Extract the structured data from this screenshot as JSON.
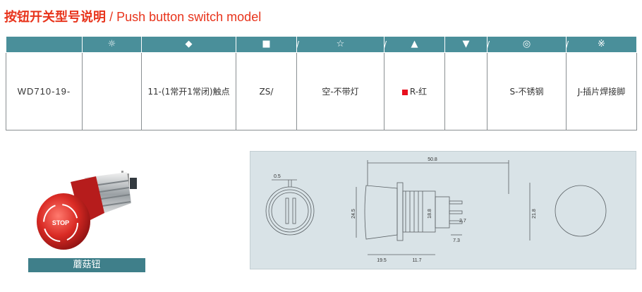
{
  "title": {
    "cn": "按钮开关型号说明",
    "en": "/ Push button switch model"
  },
  "table": {
    "header_symbols": [
      {
        "symbol": "☼",
        "icon": "sun-icon"
      },
      {
        "symbol": "◆",
        "icon": "diamond-icon"
      },
      {
        "symbol": "■",
        "icon": "square-icon"
      },
      {
        "symbol": "☆",
        "icon": "star-icon"
      },
      {
        "symbol": "▲",
        "icon": "triangle-up-icon"
      },
      {
        "symbol": "▼",
        "icon": "triangle-down-icon"
      },
      {
        "symbol": "◎",
        "icon": "bullseye-icon"
      },
      {
        "symbol": "※",
        "icon": "reference-mark-icon"
      }
    ],
    "separator": "/",
    "row": {
      "model": "WD710-19-",
      "contacts": "11-(1常开1常闭)触点",
      "shape": "ZS/",
      "light": "空-不带灯",
      "color": "R-红",
      "material": "S-不锈钢",
      "terminal": "J-插片焊接脚"
    },
    "accent_color": "#4a8f9a",
    "red_color": "#e8101e"
  },
  "product": {
    "caption": "蘑菇钮",
    "button_text": "STOP"
  },
  "drawing": {
    "dims": {
      "overall_length": "50.8",
      "bezel_thickness": "0.5",
      "head_diameter": "24.5",
      "thread_diameter": "18.8",
      "body_height": "21.8",
      "head_length": "19.5",
      "bezel_length": "11.7",
      "terminal_pitch": "2.7",
      "terminal_length": "7.3"
    }
  }
}
